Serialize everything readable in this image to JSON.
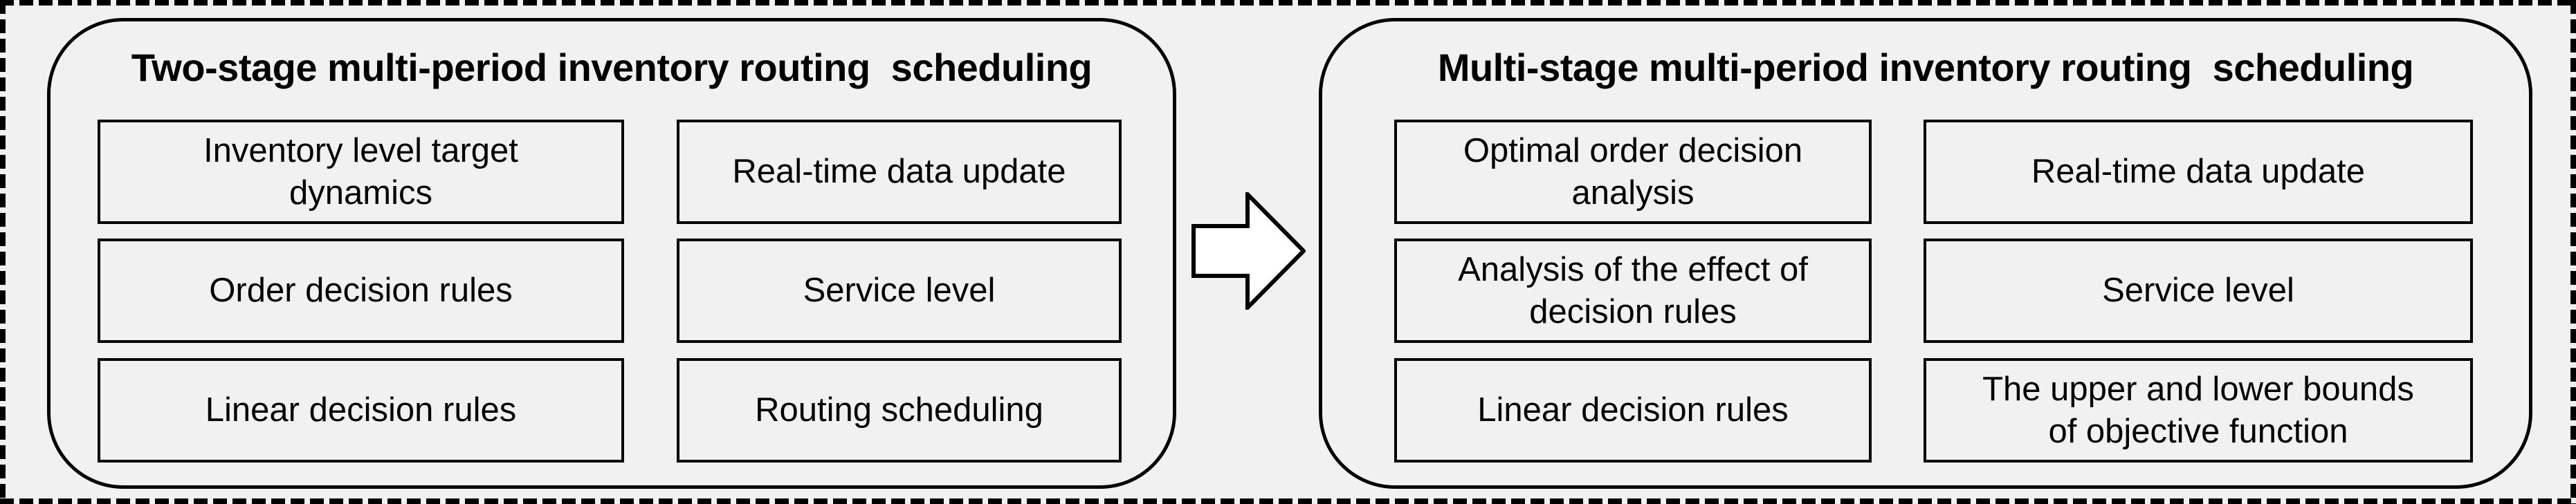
{
  "page": {
    "background_color": "#f1f1f1",
    "line_color": "#000000"
  },
  "left_panel": {
    "title": "Two-stage multi-period inventory routing  scheduling",
    "boxes_left": [
      "Inventory level target\ndynamics",
      "Order decision rules",
      "Linear decision rules"
    ],
    "boxes_right": [
      "Real-time data update",
      "Service level",
      "Routing scheduling"
    ]
  },
  "arrow": {
    "icon": "block-arrow-right",
    "fill_color": "#ffffff",
    "stroke_color": "#000000"
  },
  "right_panel": {
    "title": "Multi-stage multi-period inventory routing  scheduling",
    "boxes_left": [
      "Optimal order decision\nanalysis",
      "Analysis of the effect of\ndecision rules",
      "Linear decision rules"
    ],
    "boxes_right": [
      "Real-time data update",
      "Service level",
      "The upper and lower bounds\nof objective function"
    ]
  }
}
